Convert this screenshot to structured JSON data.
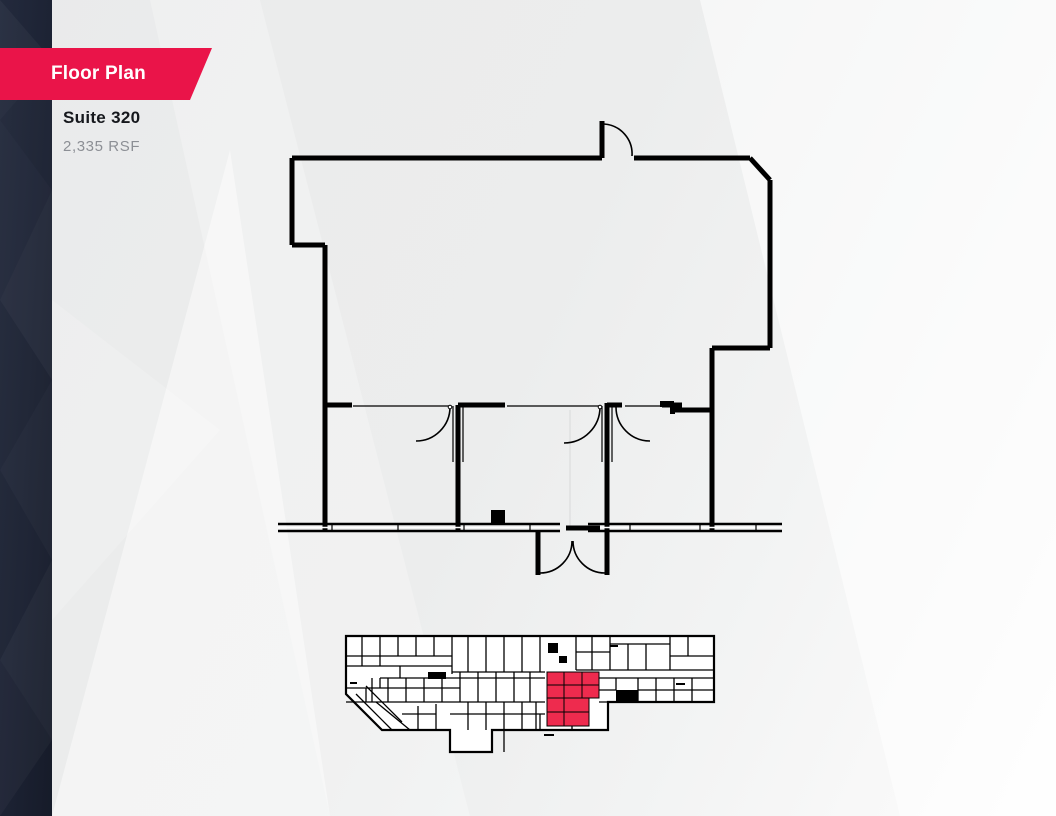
{
  "page": {
    "background_light": "#ebecec",
    "rail_color": "#1e2435",
    "accent_red": "#ea1449",
    "ink": "#000000",
    "muted_text": "#8c8f95"
  },
  "banner": {
    "label": "Floor Plan"
  },
  "meta": {
    "suite_label": "Suite 320",
    "area_label": "2,335 RSF"
  },
  "floor_plan": {
    "name": "suite-320-plan",
    "description": "Single-suite tenant floor plan outline with interior partitions, swing doors and a curtain-wall window band along the south elevation.",
    "features": [
      "top-entry-door-swing",
      "chamfered-northeast-corner",
      "west-wall-jog",
      "three-interior-rooms",
      "double-door-center-opening",
      "south-window-band",
      "column-marker"
    ]
  },
  "key_plan": {
    "name": "building-key-plan",
    "highlight_color": "#ee2b4e",
    "highlight_label": "Suite 320 location",
    "description": "Reduced whole-floor key plan with the subject suite shaded red near the center of the building."
  }
}
